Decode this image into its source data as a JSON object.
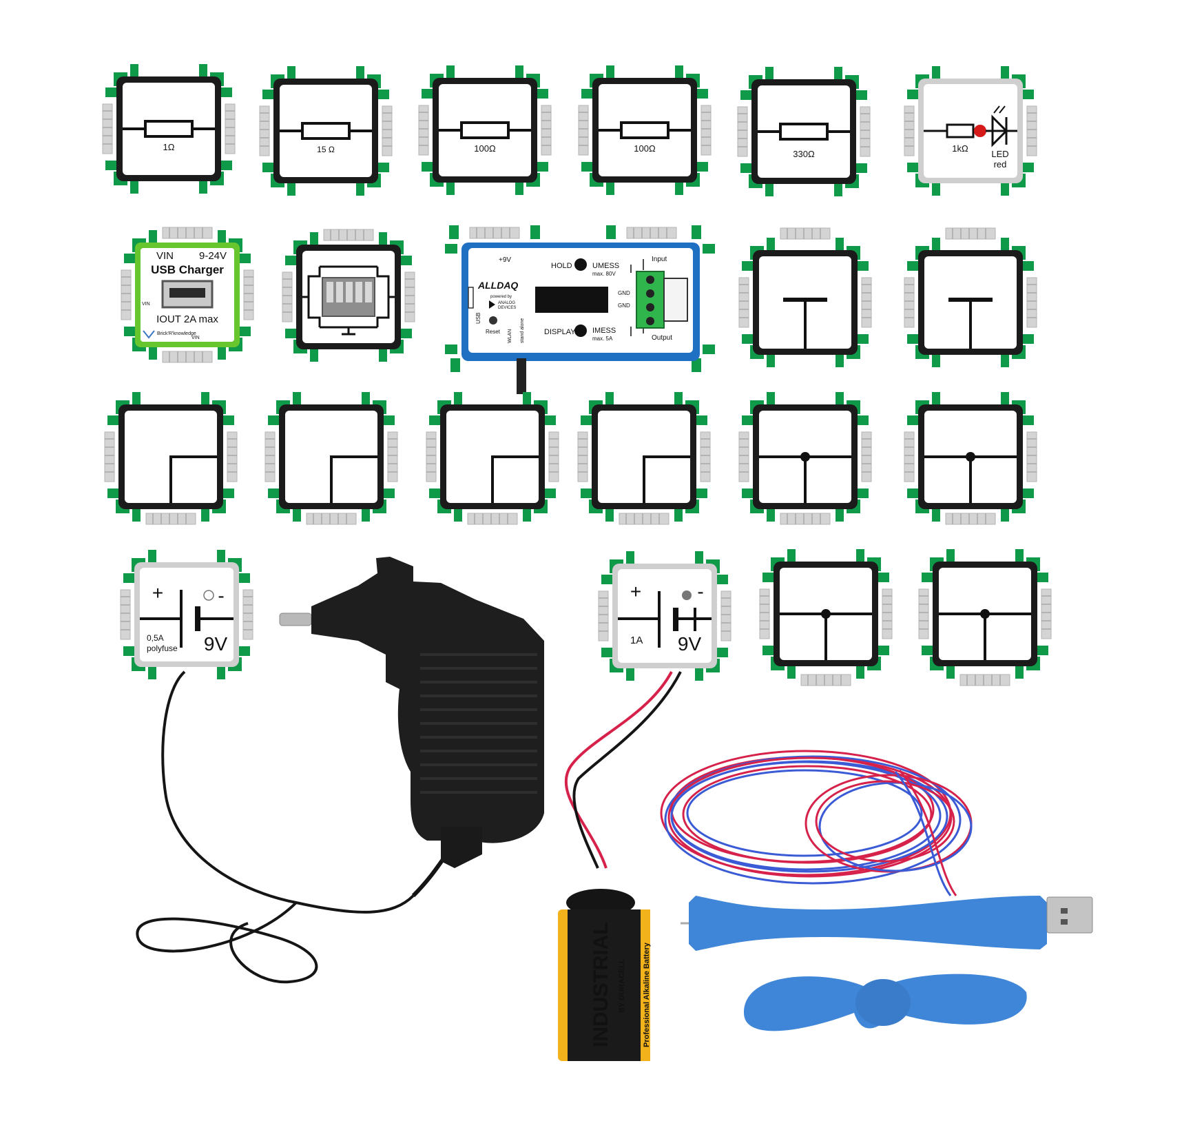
{
  "colors": {
    "pcb_green": "#0f9a4a",
    "tile_frame": "#1b1b1b",
    "tile_face": "#ffffff",
    "connector": "#d7d7d7",
    "multimeter_blue": "#1f6fc3",
    "charger_green": "#67c52e",
    "cable_red": "#d6224a",
    "cable_blue": "#3a5ad6",
    "fan_blue": "#3f86d8",
    "battery_yellow": "#f2b21c",
    "adapter_black": "#1e1e1e"
  },
  "bricks": {
    "resistor_1": {
      "value": "1Ω"
    },
    "resistor_15": {
      "value": "15 Ω"
    },
    "resistor_100a": {
      "value": "100Ω"
    },
    "resistor_100b": {
      "value": "100Ω"
    },
    "resistor_330": {
      "value": "330Ω"
    },
    "led": {
      "resistor": "1kΩ",
      "led": "LED",
      "color": "red"
    },
    "usb_charger": {
      "vin": "VIN",
      "vin_range": "9-24V",
      "title": "USB Charger",
      "iout": "IOUT 2A max",
      "side_label": "VIN",
      "bottom_label": "VIN",
      "brand": "Brick'R'knowledge"
    },
    "supply_left": {
      "plus": "+",
      "minus": "-",
      "rating": "0,5A",
      "fuse": "polyfuse",
      "voltage": "9V"
    },
    "supply_right": {
      "plus": "+",
      "minus": "-",
      "rating": "1A",
      "voltage": "9V"
    }
  },
  "multimeter": {
    "plus9v": "+9V",
    "brand": "ALLDAQ",
    "powered_by": "powered by",
    "analog": "ANALOG",
    "devices": "DEVICES",
    "hold": "HOLD",
    "display": "DISPLAY",
    "umess": "UMESS",
    "umess_max": "max. 80V",
    "imess": "IMESS",
    "imess_max": "max. 5A",
    "input": "Input",
    "output": "Output",
    "gnd1": "GND",
    "gnd2": "GND",
    "usb": "USB",
    "reset": "Reset",
    "wlan": "WLAN",
    "stand_alone": "stand alone"
  },
  "battery": {
    "brand": "INDUSTRIAL",
    "by": "BY DURACELL",
    "subtitle": "Professional Alkaline Battery"
  }
}
